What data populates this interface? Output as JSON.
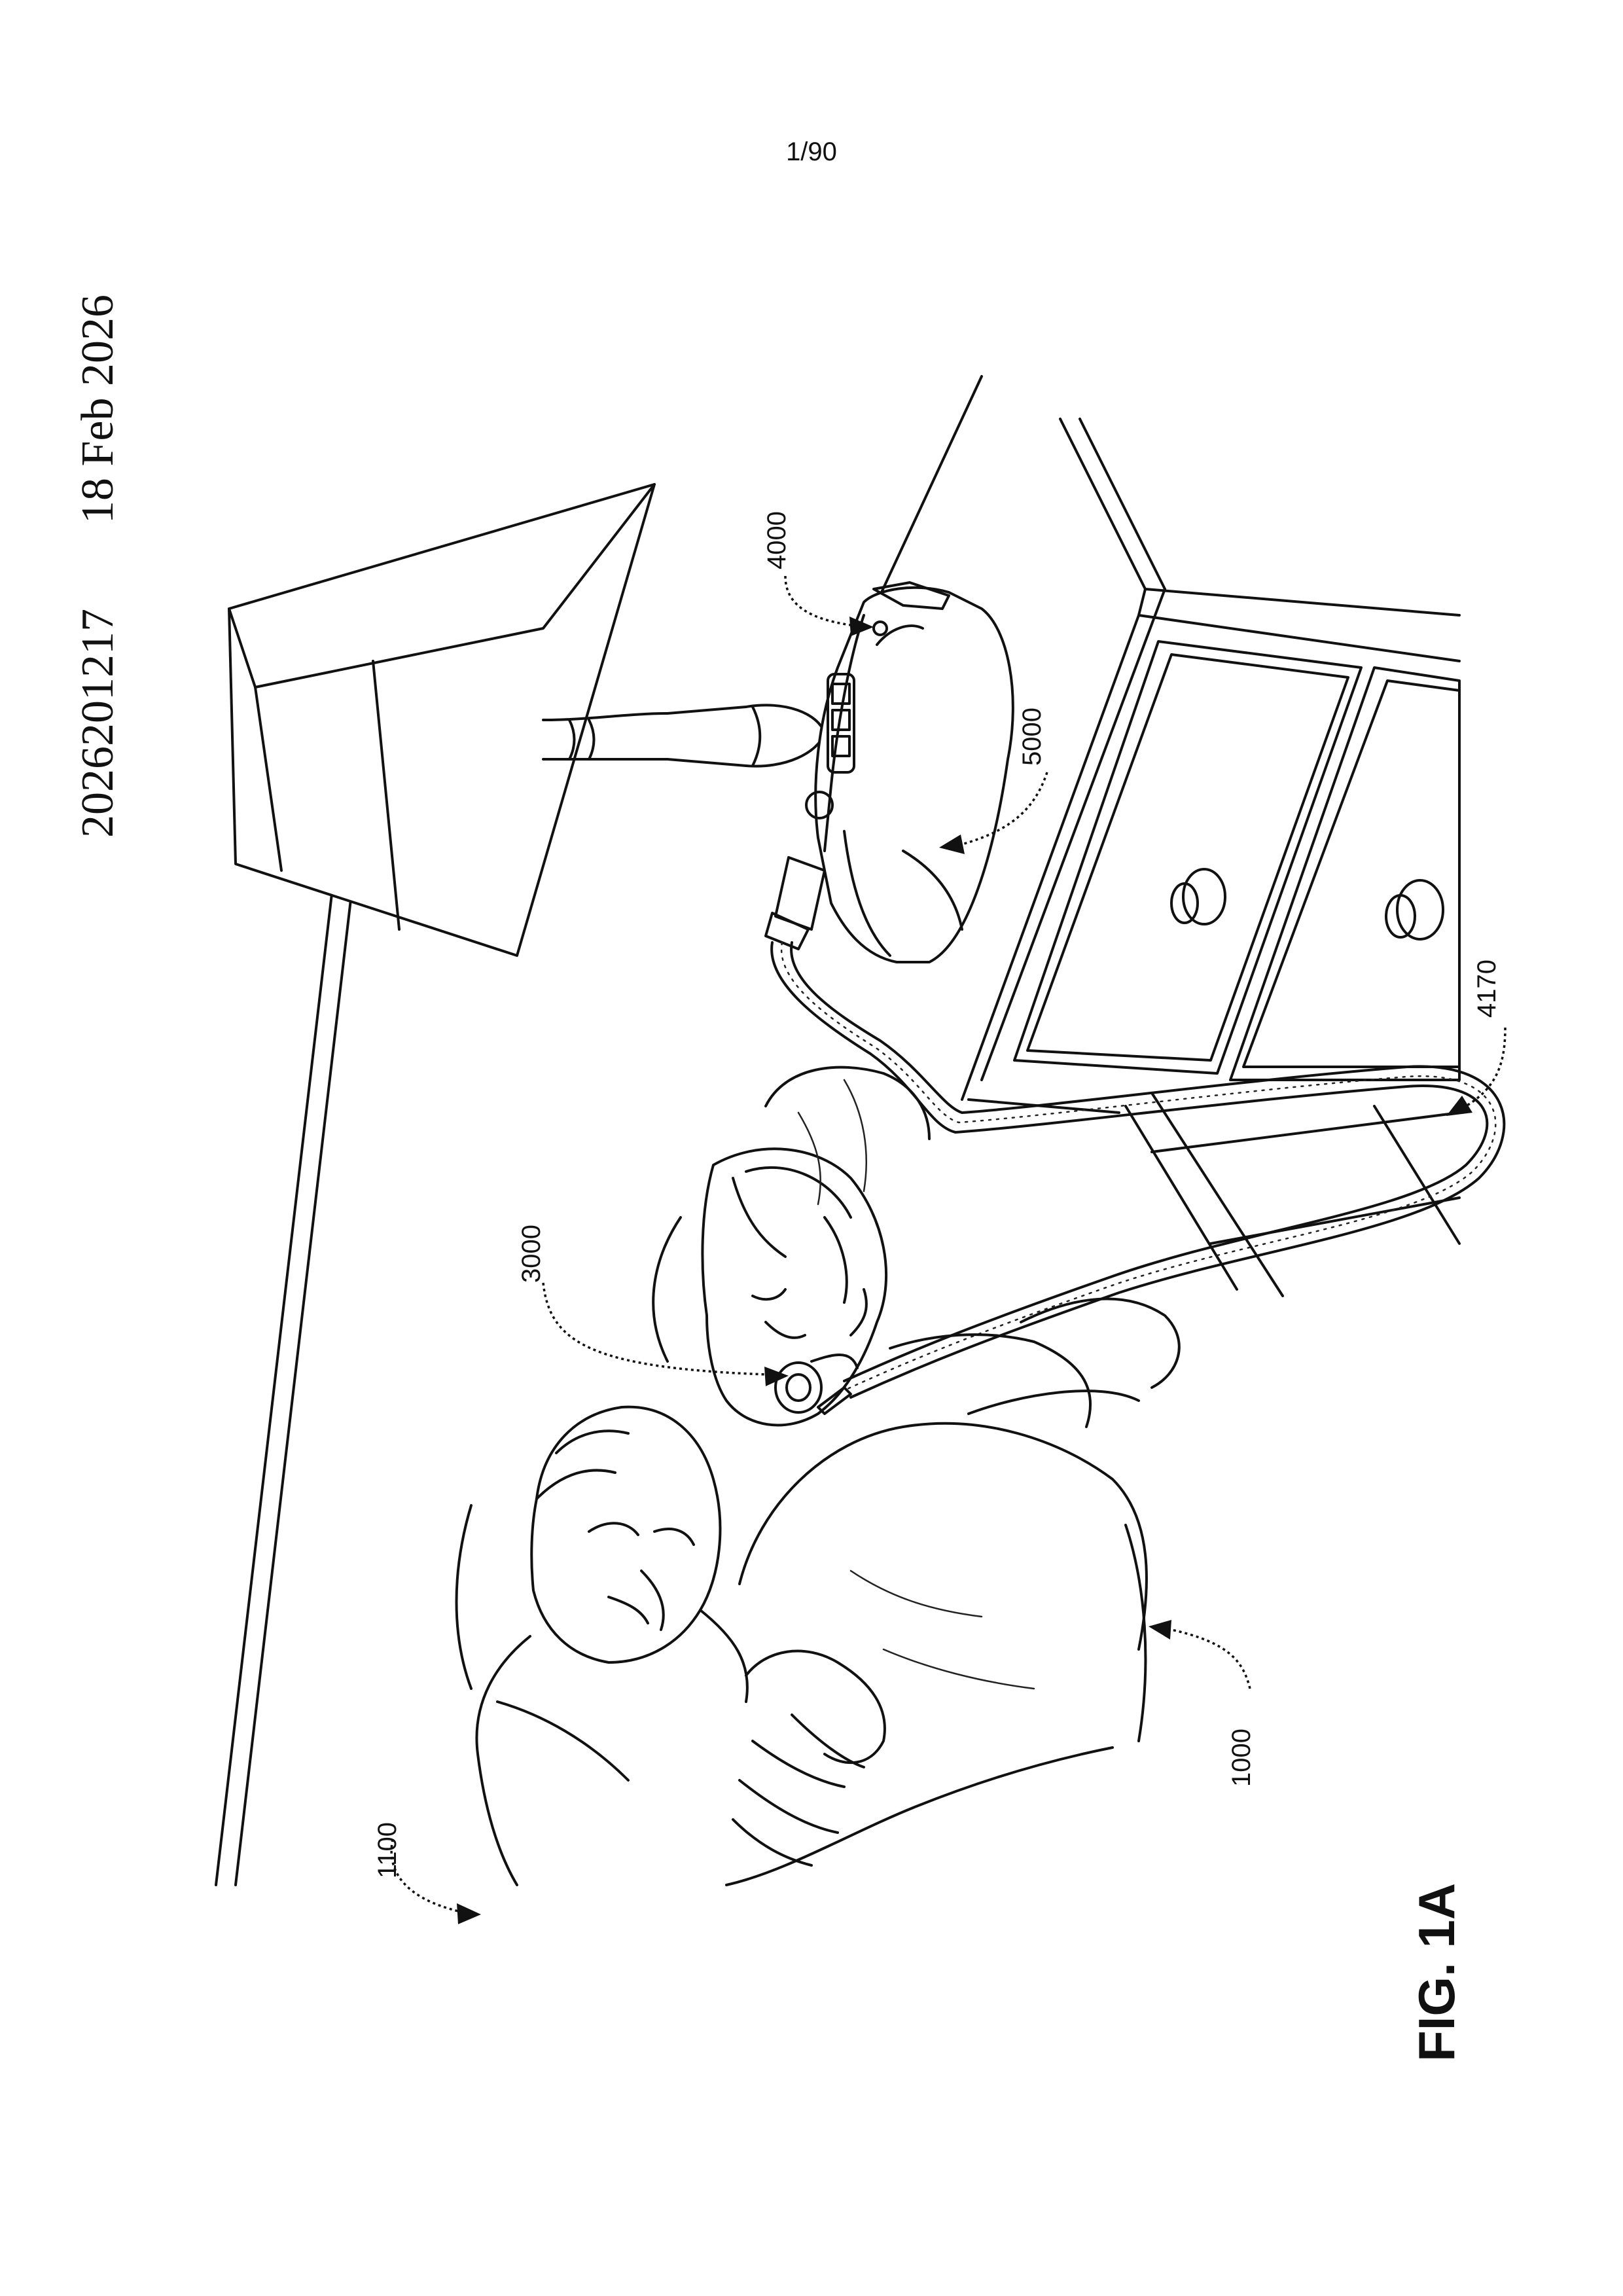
{
  "header": {
    "publication_number": "2026201217",
    "publication_date": "18 Feb 2026",
    "page_number": "1/90"
  },
  "figure": {
    "label": "FIG. 1A",
    "reference_numerals": {
      "bed_partner": "1100",
      "patient": "1000",
      "patient_interface": "3000",
      "air_circuit": "4170",
      "rpt_device": "4000",
      "humidifier": "5000"
    }
  }
}
